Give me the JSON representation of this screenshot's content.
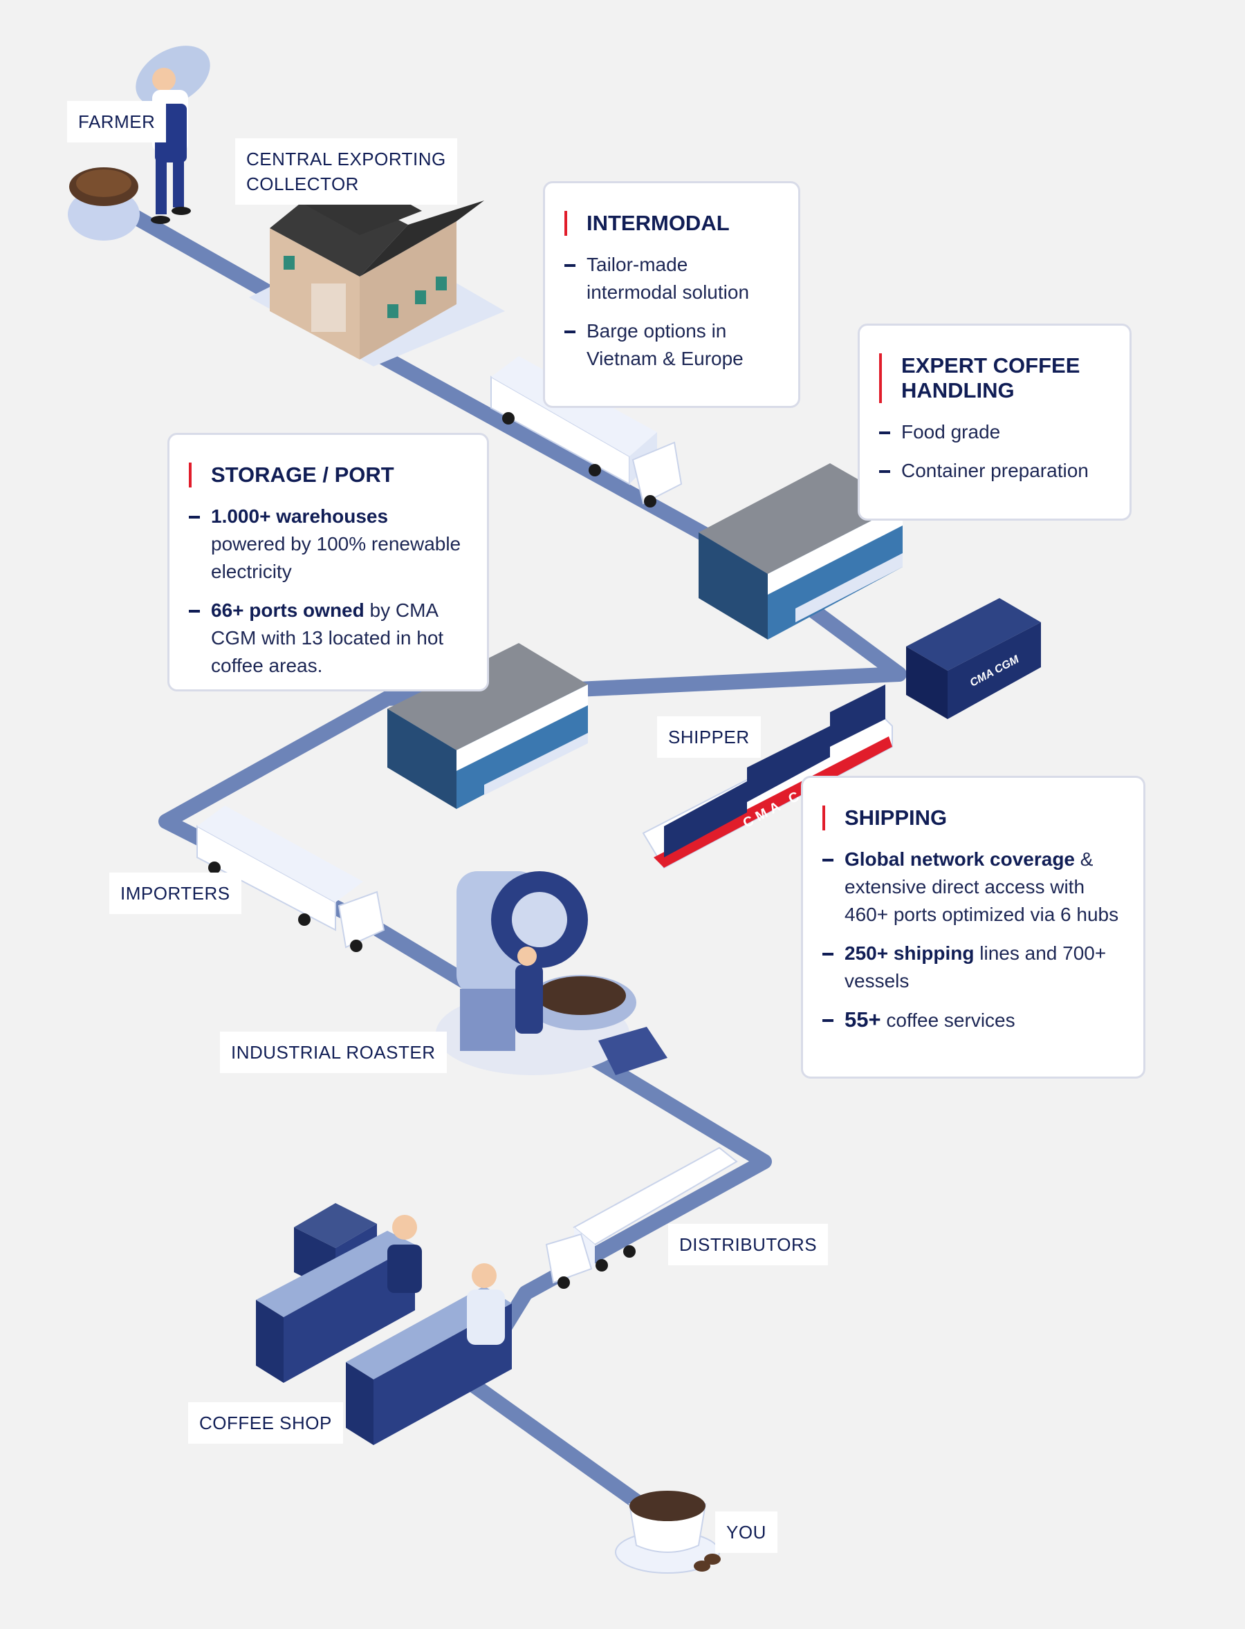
{
  "colors": {
    "background": "#f2f2f2",
    "navy": "#101d55",
    "accent_red": "#e11d2b",
    "path_blue": "#6d84b8",
    "card_border": "#d8dbe8"
  },
  "labels": {
    "farmer": "FARMER",
    "collector_line1": "CENTRAL EXPORTING",
    "collector_line2": "COLLECTOR",
    "shipper": "SHIPPER",
    "importers": "IMPORTERS",
    "roaster": "INDUSTRIAL ROASTER",
    "distributors": "DISTRIBUTORS",
    "coffee_shop": "COFFEE SHOP",
    "you": "YOU"
  },
  "cards": {
    "intermodal": {
      "title": "INTERMODAL",
      "items": [
        {
          "text": "Tailor-made intermodal solution"
        },
        {
          "text": "Barge options in Vietnam & Europe"
        }
      ]
    },
    "expert": {
      "title_line1": "EXPERT COFFEE",
      "title_line2": "HANDLING",
      "items": [
        {
          "text": "Food grade"
        },
        {
          "text": "Container preparation"
        }
      ]
    },
    "storage": {
      "title": "STORAGE / PORT",
      "items": [
        {
          "bold": "1.000+ warehouses",
          "rest": " powered by 100% renewable electricity"
        },
        {
          "bold": "66+ ports owned",
          "rest": " by CMA CGM with 13 located in hot coffee areas."
        }
      ]
    },
    "shipping": {
      "title": "SHIPPING",
      "items": [
        {
          "bold": "Global network coverage",
          "rest": " & extensive direct access with 460+ ports optimized via 6 hubs"
        },
        {
          "bold": "250+ shipping",
          "rest": " lines and 700+ vessels"
        },
        {
          "bold": "55+",
          "rest": " coffee services"
        }
      ]
    }
  },
  "brand": {
    "container_logo": "CMA CGM",
    "ship_hull_text": "CMA CGM"
  },
  "icons": [
    "farmer-icon",
    "coffee-sack-icon",
    "barn-icon",
    "truck-icon",
    "warehouse-icon",
    "container-icon",
    "cargo-ship-icon",
    "roaster-icon",
    "espresso-machine-icon",
    "coffee-cup-icon"
  ]
}
